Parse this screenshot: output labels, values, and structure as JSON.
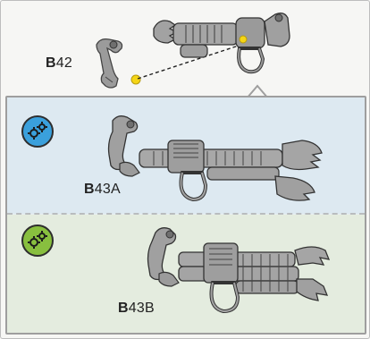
{
  "parts": {
    "top": {
      "prefix": "B",
      "number": "42"
    },
    "option_a": {
      "prefix": "B",
      "number": "43A"
    },
    "option_b": {
      "prefix": "B",
      "number": "43B"
    }
  },
  "icons": {
    "badge_a": {
      "name": "gears-icon",
      "color": "#3aa0dc"
    },
    "badge_b": {
      "name": "gears-icon",
      "color": "#88bf3f"
    },
    "connector": {
      "color": "#f5d515"
    }
  },
  "colors": {
    "panel_a_bg": "#dde9f1",
    "panel_b_bg": "#e4ecdf",
    "metal": "#9a9a9a",
    "metal_dark": "#5a5a5a"
  }
}
